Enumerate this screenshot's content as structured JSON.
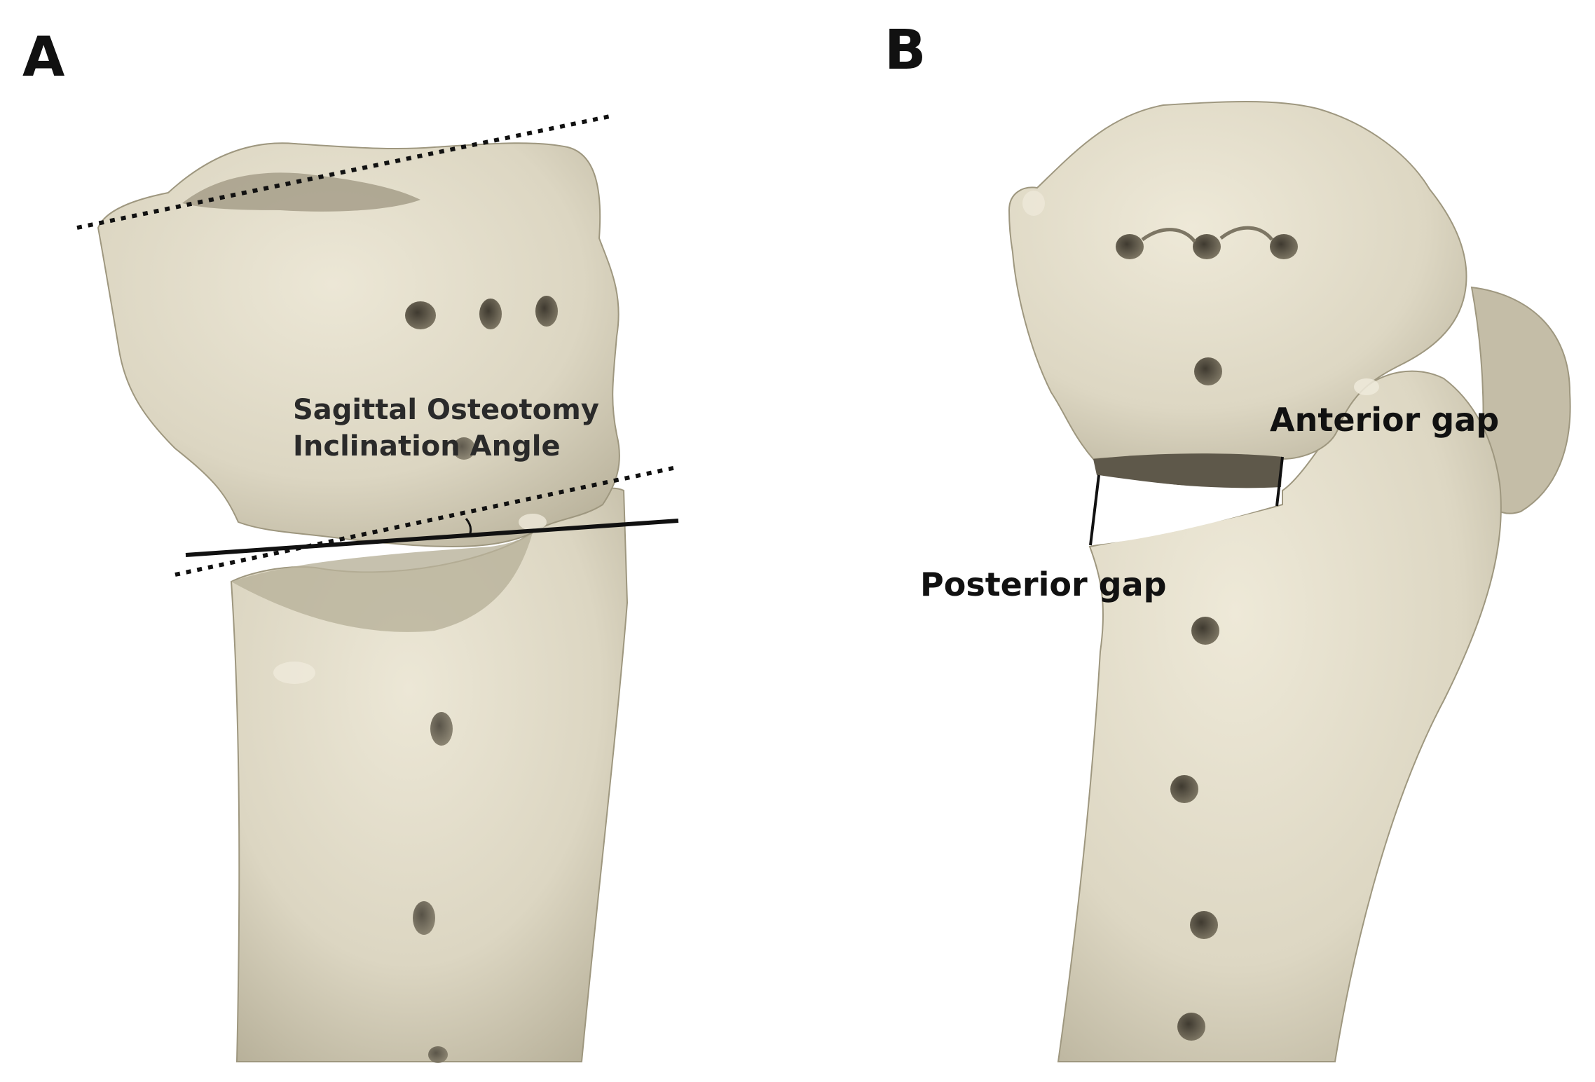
{
  "panels": [
    {
      "letter": "A",
      "labels": {
        "line1": "Sagittal Osteotomy",
        "line2": "Inclination Angle"
      }
    },
    {
      "letter": "B",
      "labels": {
        "anterior": "Anterior gap",
        "posterior": "Posterior gap"
      }
    }
  ],
  "colors": {
    "bone": "#dcd6c2",
    "bone_shadow": "#a9a28c",
    "hole": "#5a5446",
    "line": "#111111"
  }
}
